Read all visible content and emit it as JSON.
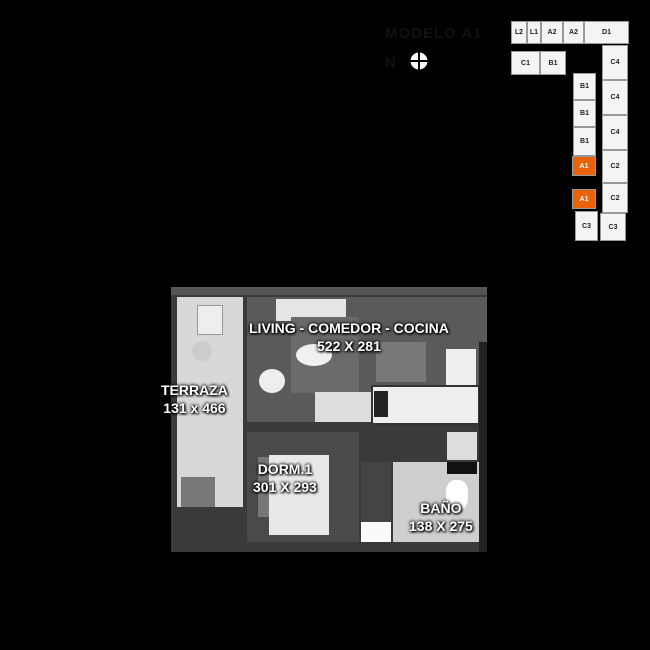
{
  "key_plan": {
    "title": "MODELO A1",
    "north_label": "N",
    "highlight_color": "#e8630a",
    "units": [
      "L2",
      "L1",
      "A2",
      "A2",
      "D1",
      "C1",
      "B1",
      "C4",
      "C4",
      "C4",
      "C2",
      "C2",
      "C3",
      "B1",
      "B1",
      "B1",
      "A1",
      "A1",
      "C3"
    ]
  },
  "floor_plan": {
    "living": {
      "name": "LIVING - COMEDOR - COCINA",
      "dims": "522 X 281"
    },
    "terraza": {
      "name": "TERRAZA",
      "dims": "131 x 466"
    },
    "dorm": {
      "name": "DORM.1",
      "dims": "301 X 293"
    },
    "bano": {
      "name": "BAÑO",
      "dims": "138 X 275"
    }
  }
}
